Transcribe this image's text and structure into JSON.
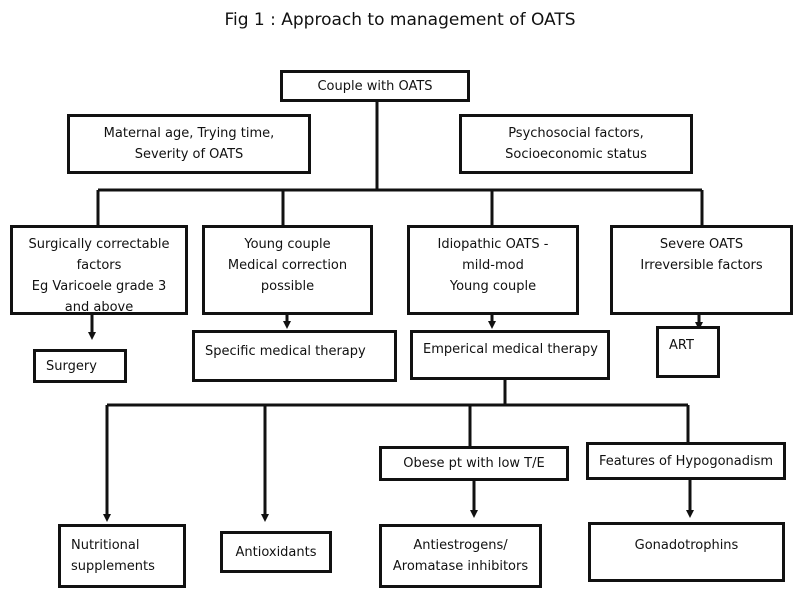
{
  "title": "Fig 1 : Approach to management of OATS",
  "nodes": {
    "couple_with_oats": "Couple with OATS",
    "maternal_age": "Maternal age, Trying time,\nSeverity of OATS",
    "psychosocial": "Psychosocial factors,\nSocioeconomic status",
    "surgically_correctable": "Surgically correctable\nfactors\nEg Varicoele grade 3\nand above",
    "young_couple": "Young couple\nMedical correction\npossible",
    "idiopathic": "Idiopathic OATS -\nmild-mod\nYoung couple",
    "severe": "Severe OATS\nIrreversible factors",
    "surgery": "Surgery",
    "specific_medical": "Specific medical therapy",
    "emperical_medical": "Emperical medical therapy",
    "art": "ART",
    "obese": "Obese pt with low T/E",
    "hypogonadism": "Features of Hypogonadism",
    "nutritional": "Nutritional\nsupplements",
    "antioxidants": "Antioxidants",
    "antiestrogens": "Antiestrogens/\nAromatase inhibitors",
    "gonadotrophins": "Gonadotrophins"
  },
  "colors": {
    "line": "#111111",
    "background": "#ffffff"
  }
}
